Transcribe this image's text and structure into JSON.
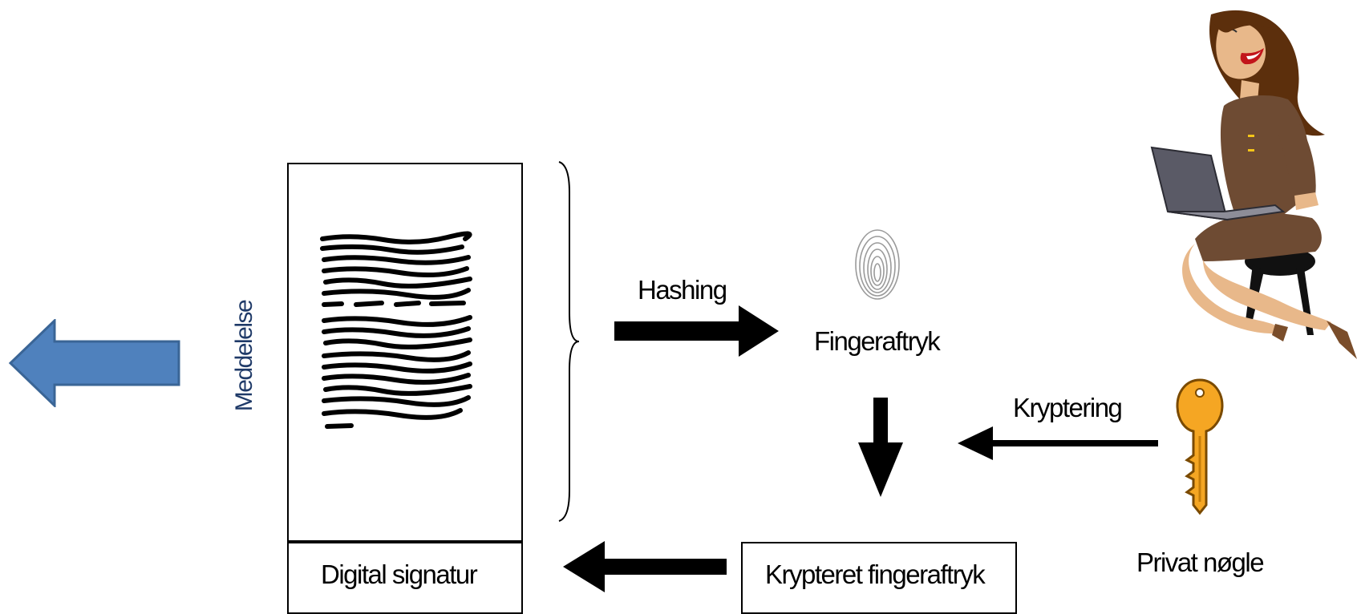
{
  "labels": {
    "message": "Meddelelse",
    "hashing": "Hashing",
    "fingerprint": "Fingeraftryk",
    "encryption": "Kryptering",
    "digital_signature": "Digital signatur",
    "encrypted_fingerprint": "Krypteret fingeraftryk",
    "private_key": "Privat nøgle"
  },
  "icons": {
    "send_arrow": "left-arrow-icon",
    "fingerprint": "fingerprint-icon",
    "key": "key-icon",
    "person": "woman-with-laptop-icon",
    "document_text": "document-text-icon"
  },
  "colors": {
    "send_arrow_fill": "#4f81bd",
    "send_arrow_stroke": "#3a6596",
    "key_fill": "#f5a623",
    "key_stroke": "#7a4a00",
    "laptop": "#5a5a66",
    "hair": "#5c2f0c",
    "jacket": "#6e4b33",
    "skin": "#e8b88a"
  }
}
